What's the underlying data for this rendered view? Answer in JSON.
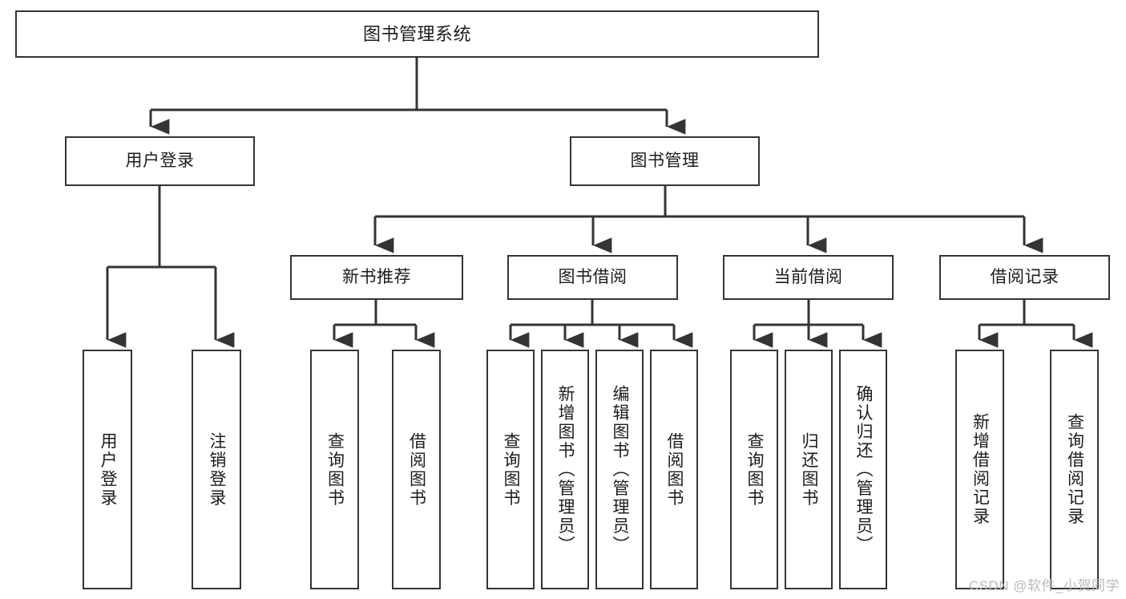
{
  "diagram": {
    "title": "图书管理系统",
    "type": "tree",
    "orientation": "top-down",
    "colors": {
      "box_stroke": "#343434",
      "box_fill": "#ffffff",
      "connector": "#343434",
      "text": "#1c1c1c",
      "watermark": "#b9b9b9",
      "background": "#ffffff"
    },
    "nodes": {
      "root": {
        "label": "图书管理系统"
      },
      "level2": [
        {
          "label": "用户登录"
        },
        {
          "label": "图书管理"
        }
      ],
      "level3": [
        {
          "label": "新书推荐"
        },
        {
          "label": "图书借阅"
        },
        {
          "label": "当前借阅"
        },
        {
          "label": "借阅记录"
        }
      ],
      "leaves_user_login": [
        {
          "label": "用户登录"
        },
        {
          "label": "注销登录"
        }
      ],
      "leaves_new_book": [
        {
          "label": "查询图书"
        },
        {
          "label": "借阅图书"
        }
      ],
      "leaves_borrow": [
        {
          "label": "查询图书"
        },
        {
          "label": "新增图书（管理员）"
        },
        {
          "label": "编辑图书（管理员）"
        },
        {
          "label": "借阅图书"
        }
      ],
      "leaves_current": [
        {
          "label": "查询图书"
        },
        {
          "label": "归还图书"
        },
        {
          "label": "确认归还（管理员）"
        }
      ],
      "leaves_record": [
        {
          "label": "新增借阅记录"
        },
        {
          "label": "查询借阅记录"
        }
      ]
    }
  },
  "watermark": {
    "text": "CSDN @软件_小贺同学"
  }
}
